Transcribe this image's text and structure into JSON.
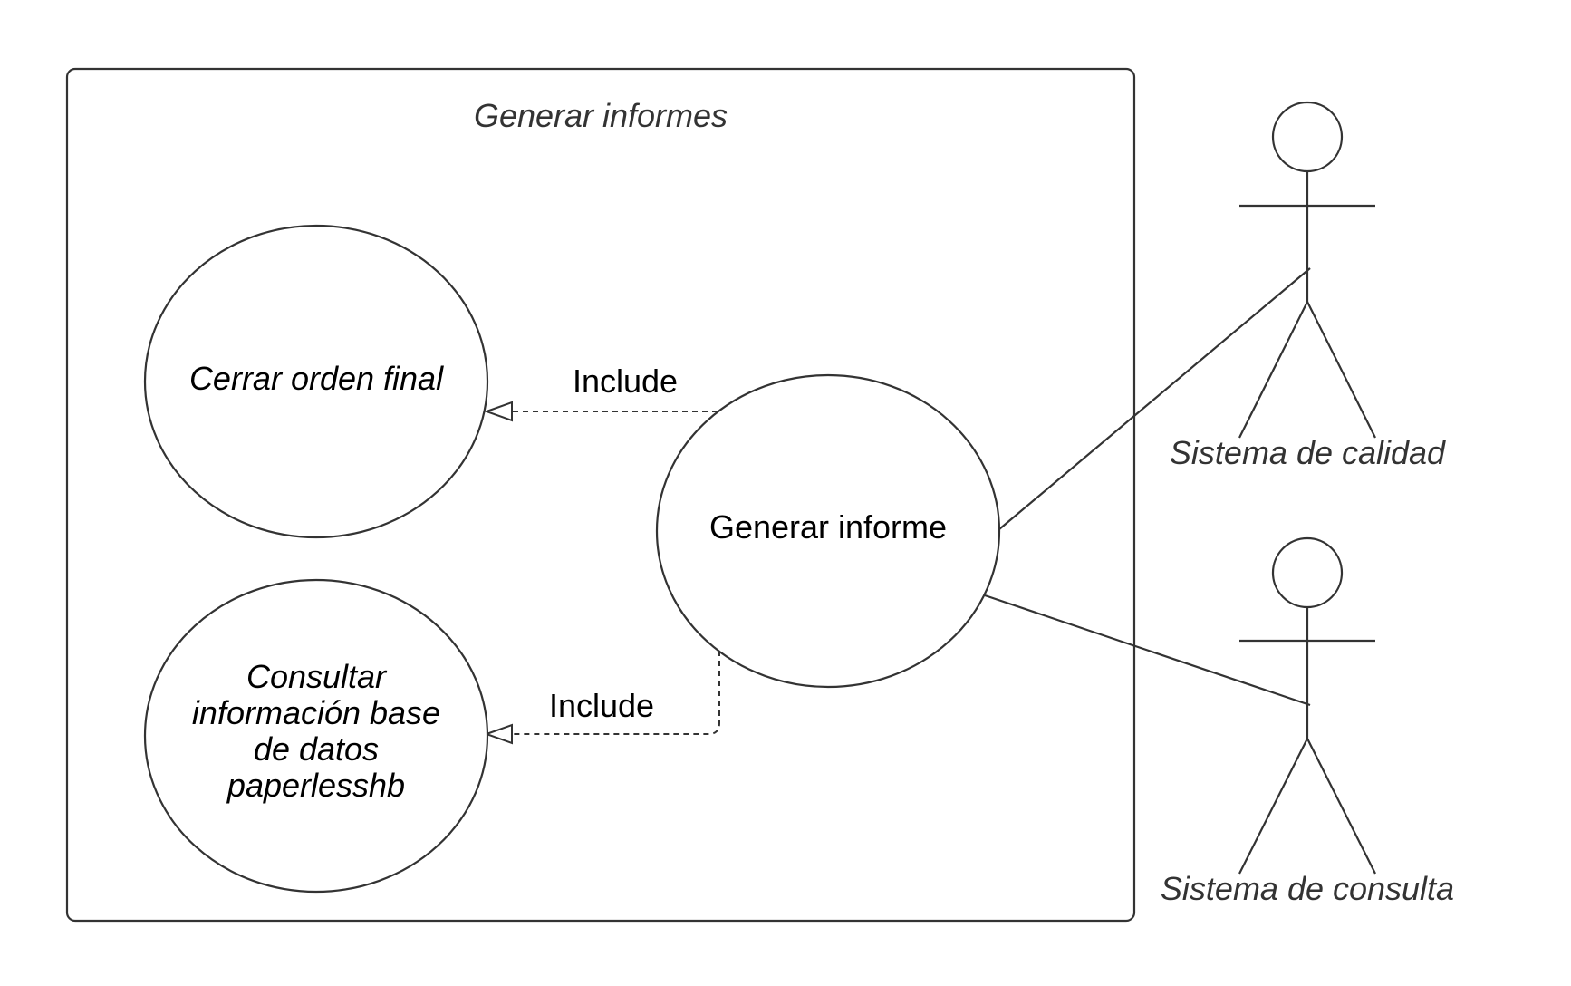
{
  "system_boundary": {
    "title": "Generar informes"
  },
  "use_cases": {
    "cerrar_orden": {
      "label": "Cerrar orden final"
    },
    "consultar": {
      "lines": [
        "Consultar",
        "información base",
        "de datos",
        "paperlesshb"
      ]
    },
    "generar": {
      "label": "Generar informe"
    }
  },
  "relations": {
    "include_top": {
      "label": "Include"
    },
    "include_bottom": {
      "label": "Include"
    }
  },
  "actors": {
    "calidad": {
      "label": "Sistema de calidad"
    },
    "consulta": {
      "label": "Sistema de consulta"
    }
  },
  "colors": {
    "stroke": "#333333",
    "text": "#000000",
    "muted_text": "#333333",
    "background": "#ffffff"
  }
}
